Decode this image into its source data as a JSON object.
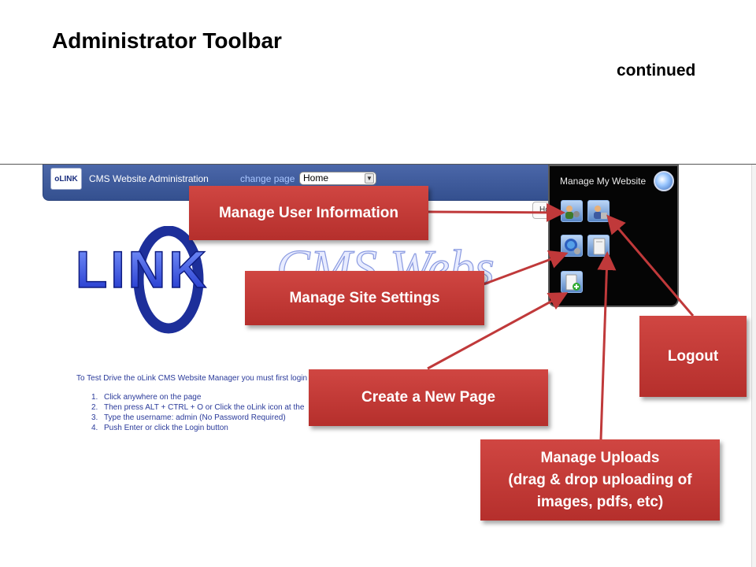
{
  "slide": {
    "title": "Administrator Toolbar",
    "subtitle": "continued"
  },
  "cms": {
    "logo_text": "oLINK",
    "header_title": "CMS Website Administration",
    "change_page_label": "change page",
    "page_select_value": "Home",
    "home_tab": "Home",
    "big_logo_text": "LINK",
    "big_logo_tagline": "CMS Webs",
    "test_drive_text": "To Test Drive the oLink CMS Website Manager you must first login",
    "steps": [
      {
        "num": "1.",
        "text": "Click anywhere on the page"
      },
      {
        "num": "2.",
        "text": "Then press ALT + CTRL + O or Click the oLink icon at the"
      },
      {
        "num": "3.",
        "text": "Type the username: admin  (No Password Required)"
      },
      {
        "num": "4.",
        "text": "Push Enter or click the Login button"
      }
    ]
  },
  "toolbar": {
    "title": "Manage My Website",
    "icons": [
      "manage-users-icon",
      "logout-icon",
      "site-settings-icon",
      "uploads-icon",
      "new-page-icon"
    ]
  },
  "callouts": {
    "manage_user": "Manage User Information",
    "site_settings": "Manage Site Settings",
    "new_page": "Create a New Page",
    "logout": "Logout",
    "uploads_line1": "Manage Uploads",
    "uploads_line2": "(drag & drop uploading of",
    "uploads_line3": "images, pdfs, etc)"
  },
  "colors": {
    "callout_red": "#c0393a",
    "cms_bar_blue": "#3f5c9e",
    "toolbar_black": "#050505"
  }
}
